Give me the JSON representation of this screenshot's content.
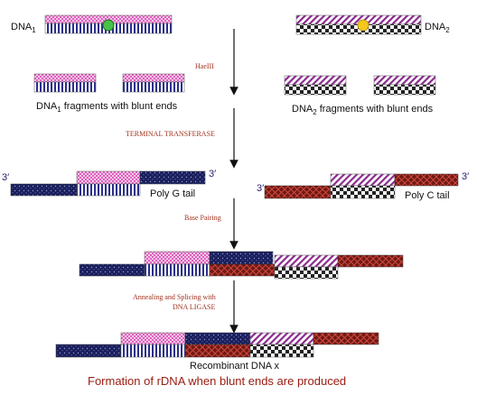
{
  "labels": {
    "dna1": "DNA",
    "dna1_sub": "1",
    "dna2": "DNA",
    "dna2_sub": "2",
    "dna1_fragments": "DNA",
    "dna1_fragments_sub": "1",
    "dna1_fragments_rest": " fragments with blunt ends",
    "dna2_fragments": "DNA",
    "dna2_fragments_sub": "2",
    "dna2_fragments_rest": " fragments with blunt ends",
    "poly_g": "Poly G tail",
    "poly_c": "Poly C tail",
    "three_prime": "3′",
    "recombinant": "Recombinant DNA x"
  },
  "steps": {
    "enzyme": "HaeIII",
    "transferase": "TERMINAL TRANSFERASE",
    "pairing": "Base Pairing",
    "ligase_line1": "Annealing and Splicing with",
    "ligase_line2": "DNA LIGASE"
  },
  "caption": "Formation of rDNA when blunt ends are produced",
  "colors": {
    "pink_pattern": "#e46fc4",
    "blue_vertical": "#2c2f8a",
    "purple_diagonal": "#8a2a8e",
    "checker": "#222222",
    "navy_dotted": "#1a1f5c",
    "red_crosshatch": "#7a1f1a",
    "green_site": "#49c24a",
    "yellow_site": "#f2c81c",
    "step_text": "#a0321e",
    "caption": "#9a1a10"
  }
}
